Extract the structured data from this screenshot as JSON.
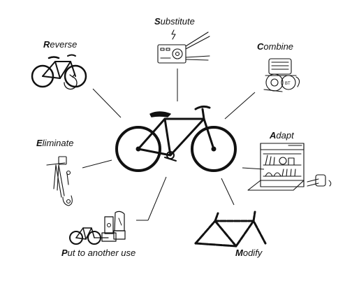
{
  "diagram": {
    "center": {
      "name": "bicycle"
    },
    "nodes": [
      {
        "id": "substitute",
        "cap": "S",
        "rest": "ubstitute",
        "icon": "battery-motor-icon"
      },
      {
        "id": "combine",
        "cap": "C",
        "rest": "ombine",
        "icon": "engine-icon"
      },
      {
        "id": "adapt",
        "cap": "A",
        "rest": "dapt",
        "icon": "dishwasher-icon"
      },
      {
        "id": "modify",
        "cap": "M",
        "rest": "odify",
        "icon": "frame-icon"
      },
      {
        "id": "put",
        "cap": "P",
        "rest": "ut to another use",
        "icon": "blender-bike-icon"
      },
      {
        "id": "eliminate",
        "cap": "E",
        "rest": "liminate",
        "icon": "handlebar-light-icon"
      },
      {
        "id": "reverse",
        "cap": "R",
        "rest": "everse",
        "icon": "reverse-bike-icon"
      }
    ]
  }
}
